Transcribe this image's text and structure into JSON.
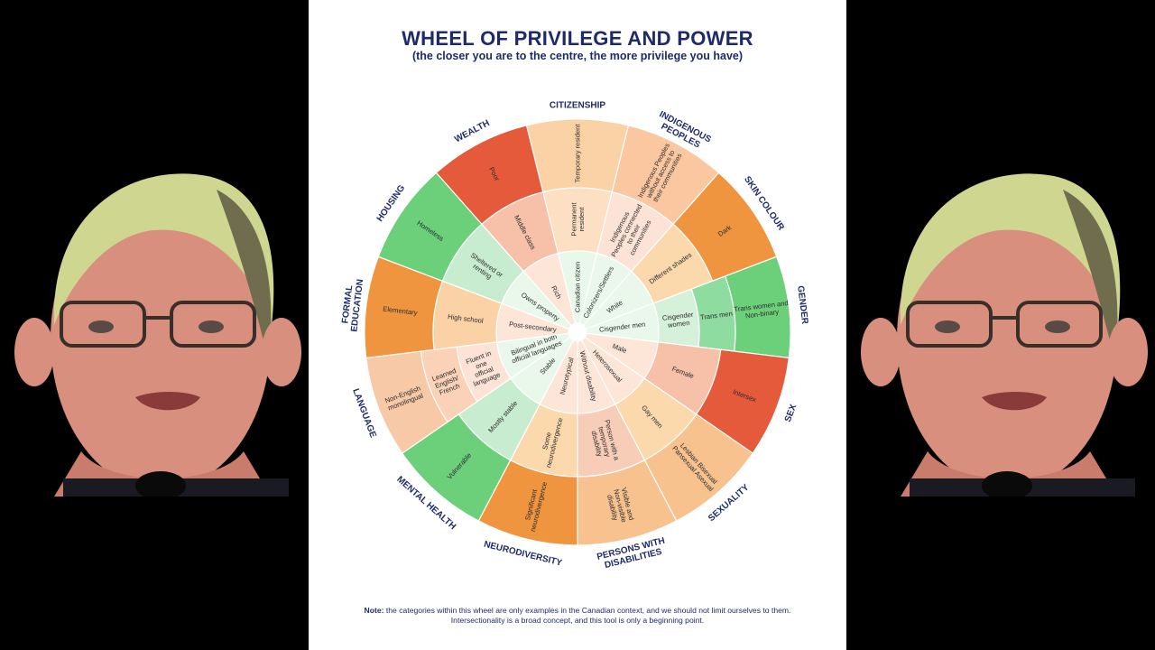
{
  "diagram": {
    "title": "WHEEL OF PRIVILEGE AND POWER",
    "subtitle": "(the closer you are to the centre, the more privilege you have)",
    "note_label": "Note:",
    "note_text": "the categories within this wheel are only examples in the Canadian context, and we should not limit ourselves to them. Intersectionality is a broad concept, and this tool is only a beginning point.",
    "colors": {
      "title": "#1f2a6b",
      "most_privileged": "#d9f3df",
      "privileged": "#b6e6c2",
      "neutral": "#fbe3c9",
      "less_privileged": "#f7c28e",
      "least_privileged": "#f0953f",
      "marginalized": "#e45a3a",
      "green_edge": "#6ccf7a"
    },
    "sectors": [
      {
        "category": "CITIZENSHIP",
        "rings": [
          {
            "label": "Canadian citizen",
            "color": "#e9f8ea"
          },
          {
            "label": "Permanent resident",
            "color": "#fde0c4"
          },
          {
            "label": "Temporary resident",
            "color": "#fbd2a6"
          }
        ]
      },
      {
        "category": "INDIGENOUS PEOPLES",
        "rings": [
          {
            "label": "Colonizers/Settlers",
            "color": "#e9f8ea"
          },
          {
            "label": "Indigenous Peoples connected to their communities",
            "color": "#fde3d6"
          },
          {
            "label": "Indigenous Peoples without access to their communities",
            "color": "#fbc7a0"
          }
        ]
      },
      {
        "category": "SKIN COLOUR",
        "rings": [
          {
            "label": "White",
            "color": "#e9f8ea"
          },
          {
            "label": "Different shades",
            "color": "#fbd9ac"
          },
          {
            "label": "Dark",
            "color": "#f0953f"
          }
        ]
      },
      {
        "category": "GENDER",
        "rings": [
          {
            "label": "Cisgender men",
            "color": "#e9f8ea"
          },
          {
            "label": "Cisgender women",
            "color": "#d6f1da"
          },
          {
            "label": "Trans men",
            "color": "#8fdca0"
          },
          {
            "label": "Trans women and Non-binary",
            "color": "#6ccf7a"
          }
        ]
      },
      {
        "category": "SEX",
        "rings": [
          {
            "label": "Male",
            "color": "#fde6d8"
          },
          {
            "label": "Female",
            "color": "#f7c0a8"
          },
          {
            "label": "Intersex",
            "color": "#e45a3a"
          }
        ]
      },
      {
        "category": "SEXUALITY",
        "rings": [
          {
            "label": "Heterosexual",
            "color": "#fde6d8"
          },
          {
            "label": "Gay men",
            "color": "#fbd9ac"
          },
          {
            "label": "Lesbian Bisexual Pansexual Asexual",
            "color": "#f7c28e"
          }
        ]
      },
      {
        "category": "PERSONS WITH DISABILITIES",
        "rings": [
          {
            "label": "Without disability",
            "color": "#fde6d8"
          },
          {
            "label": "Person with a temporary disability",
            "color": "#f8cdb8"
          },
          {
            "label": "Visible and Non-visible disability",
            "color": "#f7c28e"
          }
        ]
      },
      {
        "category": "NEURODIVERSITY",
        "rings": [
          {
            "label": "Neurotypical",
            "color": "#fde6d8"
          },
          {
            "label": "Some neurodivergence",
            "color": "#fbd9ac"
          },
          {
            "label": "Significant neurodivergence",
            "color": "#f0953f"
          }
        ]
      },
      {
        "category": "MENTAL HEALTH",
        "rings": [
          {
            "label": "Stable",
            "color": "#e9f8ea"
          },
          {
            "label": "Mostly stable",
            "color": "#c7ecd0"
          },
          {
            "label": "Vulnerable",
            "color": "#6ccf7a"
          }
        ]
      },
      {
        "category": "LANGUAGE",
        "rings": [
          {
            "label": "Bilingual in both official languages",
            "color": "#e9f8ea"
          },
          {
            "label": "Fluent in one official language",
            "color": "#fde3d6"
          },
          {
            "label": "Learned English/ French",
            "color": "#fbd2b8"
          },
          {
            "label": "Non-English monolingual",
            "color": "#f8c9a6"
          }
        ]
      },
      {
        "category": "FORMAL EDUCATION",
        "rings": [
          {
            "label": "Post-secondary",
            "color": "#fde6d8"
          },
          {
            "label": "High school",
            "color": "#fbd2a6"
          },
          {
            "label": "Elementary",
            "color": "#f0953f"
          }
        ]
      },
      {
        "category": "HOUSING",
        "rings": [
          {
            "label": "Owns property",
            "color": "#e9f8ea"
          },
          {
            "label": "Sheltered or renting",
            "color": "#c7ecd0"
          },
          {
            "label": "Homeless",
            "color": "#6ccf7a"
          }
        ]
      },
      {
        "category": "WEALTH",
        "rings": [
          {
            "label": "Rich",
            "color": "#fde6d8"
          },
          {
            "label": "Middle class",
            "color": "#f7c0a8"
          },
          {
            "label": "Poor",
            "color": "#e45a3a"
          }
        ]
      }
    ]
  }
}
